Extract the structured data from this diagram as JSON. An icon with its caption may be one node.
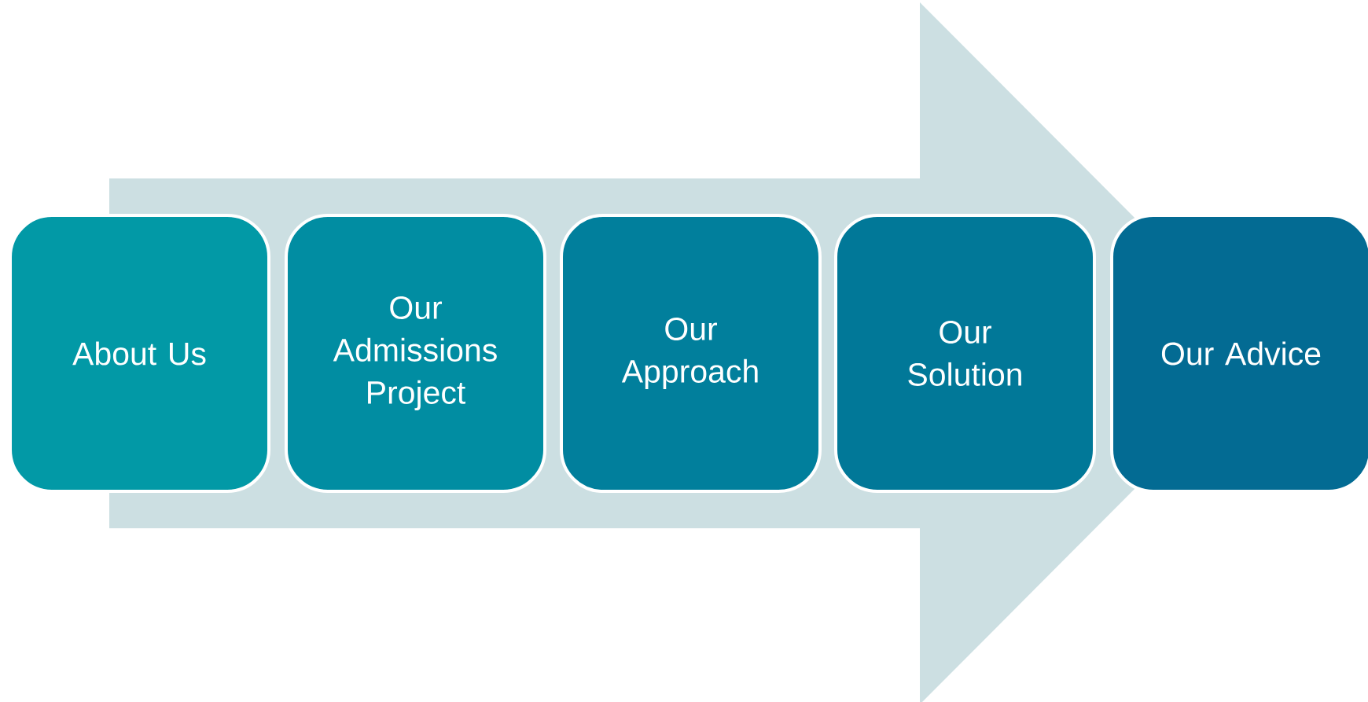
{
  "diagram": {
    "nodes": [
      {
        "text": [
          "About Us"
        ]
      },
      {
        "text": [
          "Our Admissions Project"
        ]
      },
      {
        "text": [
          "Our Approach"
        ]
      },
      {
        "text": [
          "Our Solution"
        ]
      },
      {
        "text": [
          "Our Advice"
        ]
      }
    ],
    "edges": [
      {
        "from": 0,
        "to": 4,
        "arrow": "to"
      }
    ]
  }
}
